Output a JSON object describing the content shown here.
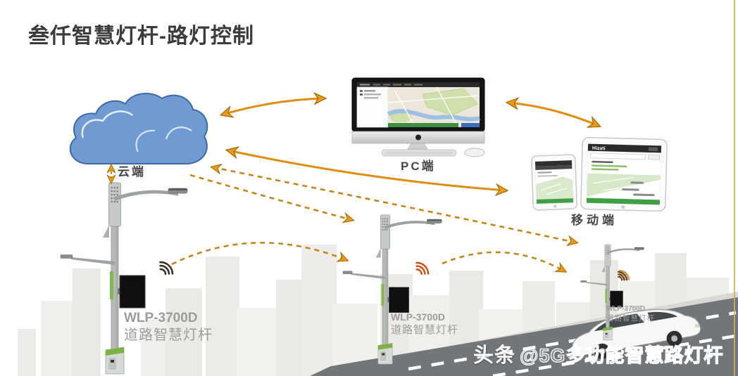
{
  "title": "叁仟智慧灯杆-路灯控制",
  "diagram": {
    "cloud_label": "云端",
    "pc_label": "PC端",
    "mobile_label": "移动端",
    "tablet_app_title": "Hizati",
    "poles": [
      {
        "model": "WLP-3700D",
        "name": "道路智慧灯杆"
      },
      {
        "model": "WLP-3700D",
        "name": "道路智慧灯杆"
      },
      {
        "model": "WLP-3700D",
        "name": "道路智慧灯杆"
      }
    ]
  },
  "watermark": {
    "brand": "头条",
    "text": "@5G多功能智慧路灯杆"
  },
  "colors": {
    "arrow_solid": "#e08d10",
    "arrow_dashed": "#c58617",
    "cloud_fill": "#6f9bd2",
    "cloud_stroke": "#3e69a8",
    "pole_green": "#7cb342",
    "road_gray": "#71767b",
    "wifi_dark": "#3a3226",
    "wifi_orange": "#cf4f10",
    "title_text": "#3b3b3d",
    "pole_label_text": "#9c9c9a"
  }
}
